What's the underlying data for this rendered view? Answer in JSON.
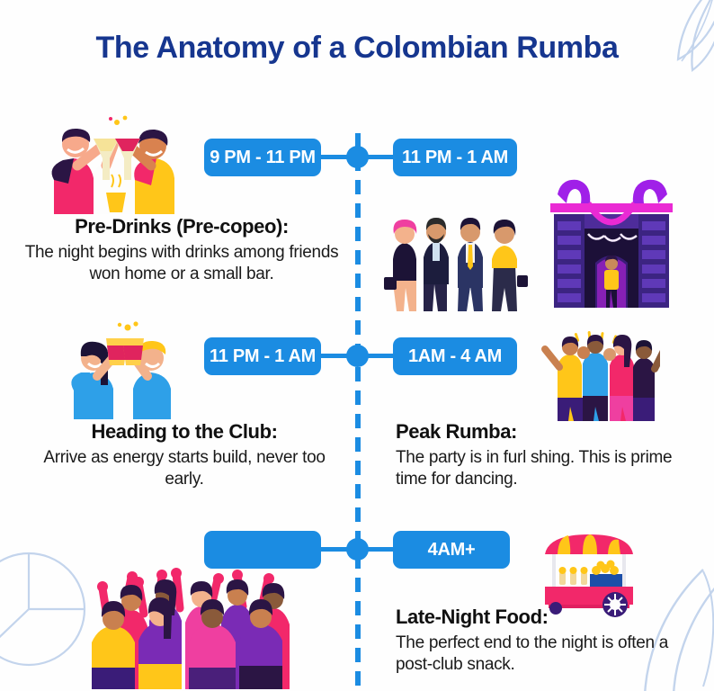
{
  "title": "The Anatomy of a Colombian Rumba",
  "colors": {
    "title_blue": "#16368f",
    "badge_blue": "#1b8ce2",
    "timeline_blue": "#1b8ce2",
    "background": "#fefefe",
    "deco_blue": "#b9cdea",
    "text_dark": "#101010"
  },
  "timeline": {
    "rows": [
      {
        "left_badge": "9 PM - 11 PM",
        "right_badge": "11 PM - 1 AM",
        "left_heading": "Pre-Drinks (Pre-copeo):",
        "left_body": "The night begins with drinks among friends won home or a small bar.",
        "left_illustration": "friends-toasting-wine-icon",
        "right_illustrations": [
          "people-walking-to-club-icon",
          "nightclub-entrance-icon"
        ]
      },
      {
        "left_badge": "11 PM - 1 AM",
        "right_badge": "1AM - 4 AM",
        "left_heading": "Heading to the Club:",
        "left_body": "Arrive as energy starts build, never too early.",
        "right_heading": "Peak Rumba:",
        "right_body": "The party is in furl shing. This is prime time for dancing.",
        "left_illustration": "couple-toasting-beer-icon",
        "right_illustration": "cheering-party-crowd-icon"
      },
      {
        "left_badge": "",
        "right_badge": "4AM+",
        "right_heading": "Late-Night Food:",
        "right_body": "The perfect end to the night is often a post-club snack.",
        "left_illustration": "dancing-crowd-icon",
        "right_illustration": "street-food-cart-icon"
      }
    ]
  },
  "decorations": [
    "leaf-arc-top-right-icon",
    "pie-circle-bottom-left-icon",
    "leaf-arc-bottom-right-icon"
  ]
}
